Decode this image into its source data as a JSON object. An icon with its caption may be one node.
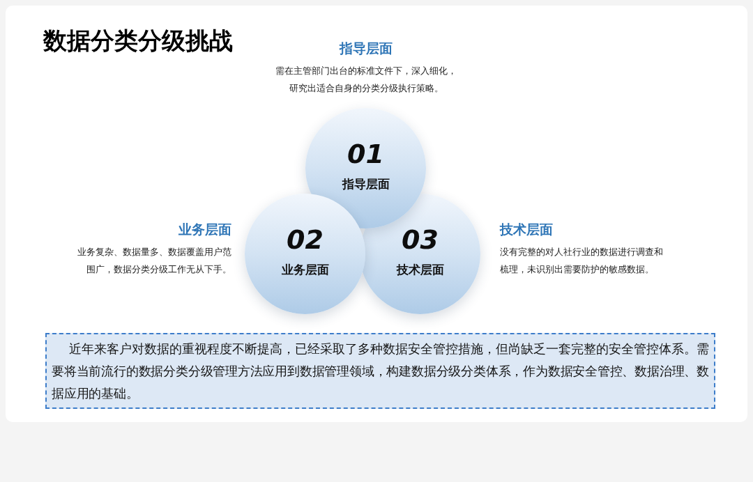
{
  "diagram": {
    "title": "数据分类分级挑战",
    "nodes": [
      {
        "text": [
          "01",
          "指导层面"
        ],
        "beside": [
          "指导层面",
          "需在主管部门出台的标准文件下，深入细化，研究出适合自身的分类分级执行策略。"
        ]
      },
      {
        "text": [
          "02",
          "业务层面"
        ],
        "beside": [
          "业务层面",
          "业务复杂、数据量多、数据覆盖用户范围广，数据分类分级工作无从下手。"
        ]
      },
      {
        "text": [
          "03",
          "技术层面"
        ],
        "beside": [
          "技术层面",
          "没有完整的对人社行业的数据进行调查和梳理，未识别出需要防护的敏感数据。"
        ]
      },
      {
        "text": [
          "近年来客户对数据的重视程度不断提高，已经采取了多种数据安全管控措施，但尚缺乏一套完整的安全管控体系。需要将当前流行的数据分类分级管理方法应用到数据管理领域，构建数据分级分类体系，作为数据安全管控、数据治理、数据应用的基础。"
        ]
      }
    ]
  }
}
